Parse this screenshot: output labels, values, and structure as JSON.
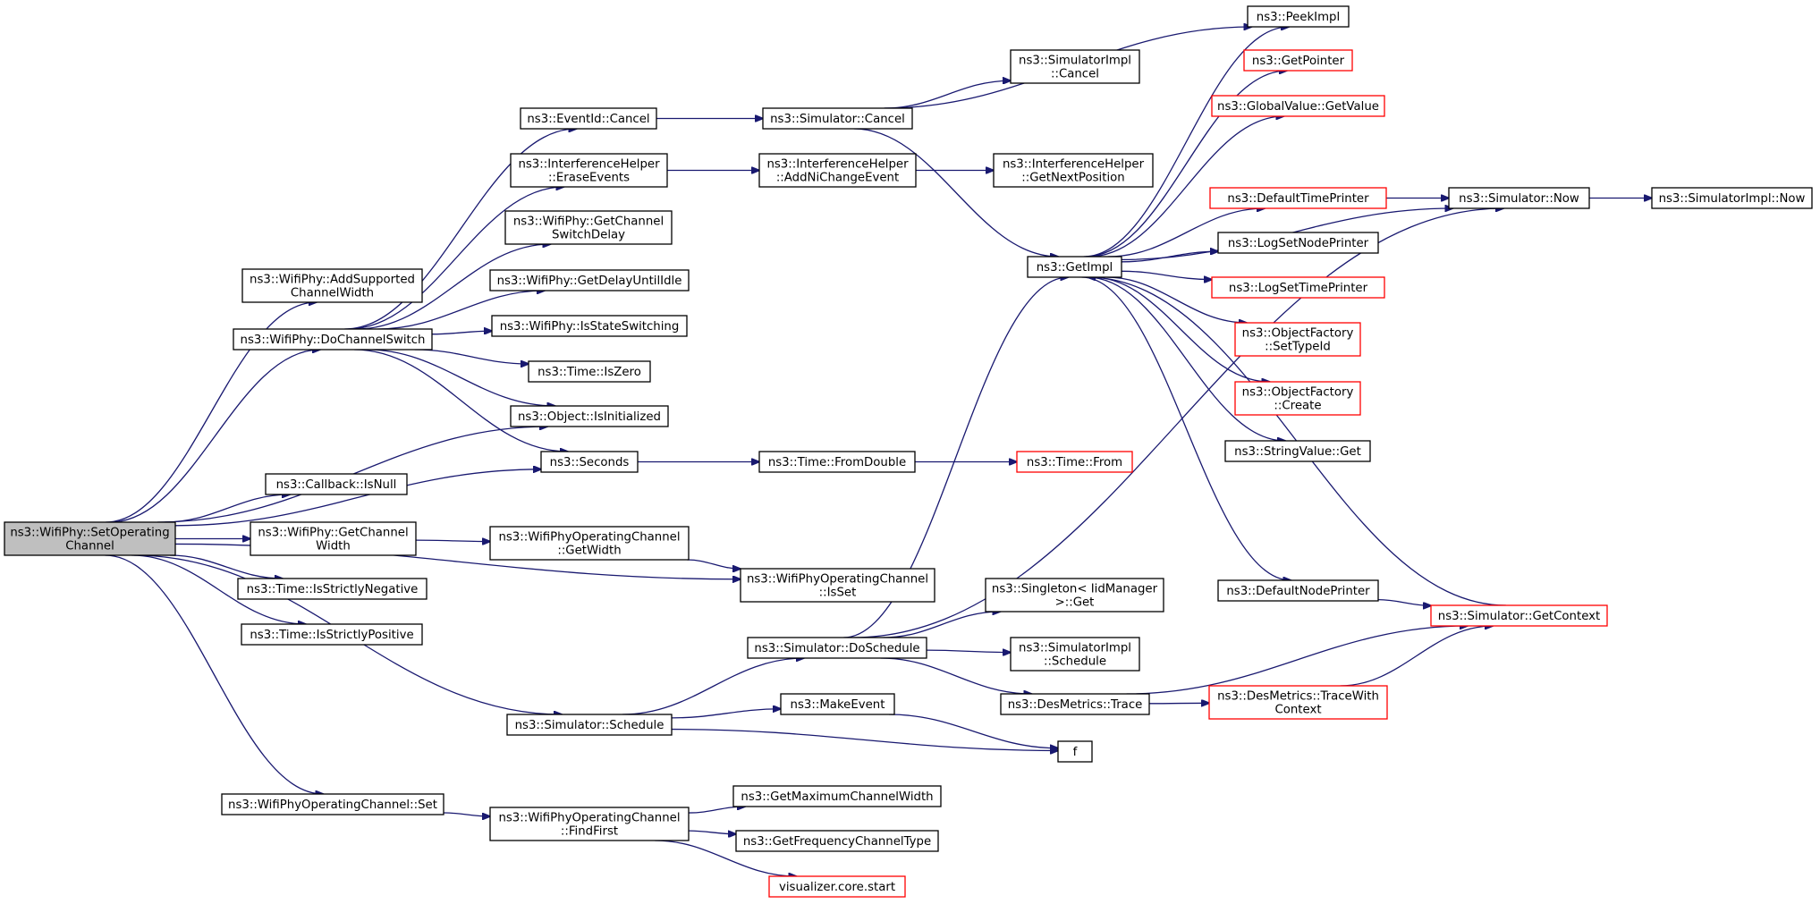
{
  "colors": {
    "edge": "#191970",
    "node_border": "#000000",
    "node_fill": "#ffffff",
    "root_fill": "#bfbfbf",
    "truncated_border": "#ff0000"
  },
  "nodes": [
    {
      "id": "set_operating_channel",
      "lines": [
        "ns3::WifiPhy::SetOperating",
        "Channel"
      ],
      "style": "root"
    },
    {
      "id": "add_supported_channel_width",
      "lines": [
        "ns3::WifiPhy::AddSupported",
        "ChannelWidth"
      ],
      "style": "normal"
    },
    {
      "id": "do_channel_switch",
      "lines": [
        "ns3::WifiPhy::DoChannelSwitch"
      ],
      "style": "normal"
    },
    {
      "id": "callback_is_null",
      "lines": [
        "ns3::Callback::IsNull"
      ],
      "style": "normal"
    },
    {
      "id": "get_channel_width",
      "lines": [
        "ns3::WifiPhy::GetChannel",
        "Width"
      ],
      "style": "normal"
    },
    {
      "id": "is_strictly_negative",
      "lines": [
        "ns3::Time::IsStrictlyNegative"
      ],
      "style": "normal"
    },
    {
      "id": "is_strictly_positive",
      "lines": [
        "ns3::Time::IsStrictlyPositive"
      ],
      "style": "normal"
    },
    {
      "id": "opchan_set",
      "lines": [
        "ns3::WifiPhyOperatingChannel::Set"
      ],
      "style": "normal"
    },
    {
      "id": "eventid_cancel",
      "lines": [
        "ns3::EventId::Cancel"
      ],
      "style": "normal"
    },
    {
      "id": "erase_events",
      "lines": [
        "ns3::InterferenceHelper",
        "::EraseEvents"
      ],
      "style": "normal"
    },
    {
      "id": "get_channel_switch_delay",
      "lines": [
        "ns3::WifiPhy::GetChannel",
        "SwitchDelay"
      ],
      "style": "normal"
    },
    {
      "id": "get_delay_until_idle",
      "lines": [
        "ns3::WifiPhy::GetDelayUntilIdle"
      ],
      "style": "normal"
    },
    {
      "id": "is_state_switching",
      "lines": [
        "ns3::WifiPhy::IsStateSwitching"
      ],
      "style": "normal"
    },
    {
      "id": "time_is_zero",
      "lines": [
        "ns3::Time::IsZero"
      ],
      "style": "normal"
    },
    {
      "id": "object_is_initialized",
      "lines": [
        "ns3::Object::IsInitialized"
      ],
      "style": "normal"
    },
    {
      "id": "seconds",
      "lines": [
        "ns3::Seconds"
      ],
      "style": "normal"
    },
    {
      "id": "opchan_get_width",
      "lines": [
        "ns3::WifiPhyOperatingChannel",
        "::GetWidth"
      ],
      "style": "normal"
    },
    {
      "id": "opchan_is_set",
      "lines": [
        "ns3::WifiPhyOperatingChannel",
        "::IsSet"
      ],
      "style": "normal"
    },
    {
      "id": "simulator_schedule",
      "lines": [
        "ns3::Simulator::Schedule"
      ],
      "style": "normal"
    },
    {
      "id": "opchan_find_first",
      "lines": [
        "ns3::WifiPhyOperatingChannel",
        "::FindFirst"
      ],
      "style": "normal"
    },
    {
      "id": "simulator_cancel",
      "lines": [
        "ns3::Simulator::Cancel"
      ],
      "style": "normal"
    },
    {
      "id": "add_ni_change_event",
      "lines": [
        "ns3::InterferenceHelper",
        "::AddNiChangeEvent"
      ],
      "style": "normal"
    },
    {
      "id": "time_from_double",
      "lines": [
        "ns3::Time::FromDouble"
      ],
      "style": "normal"
    },
    {
      "id": "simulator_do_schedule",
      "lines": [
        "ns3::Simulator::DoSchedule"
      ],
      "style": "normal"
    },
    {
      "id": "make_event",
      "lines": [
        "ns3::MakeEvent"
      ],
      "style": "normal"
    },
    {
      "id": "get_maximum_channel_width",
      "lines": [
        "ns3::GetMaximumChannelWidth"
      ],
      "style": "normal"
    },
    {
      "id": "get_frequency_channel_type",
      "lines": [
        "ns3::GetFrequencyChannelType"
      ],
      "style": "normal"
    },
    {
      "id": "visualizer_core_start",
      "lines": [
        "visualizer.core.start"
      ],
      "style": "truncated"
    },
    {
      "id": "simulatorimpl_cancel",
      "lines": [
        "ns3::SimulatorImpl",
        "::Cancel"
      ],
      "style": "normal"
    },
    {
      "id": "get_next_position",
      "lines": [
        "ns3::InterferenceHelper",
        "::GetNextPosition"
      ],
      "style": "normal"
    },
    {
      "id": "get_impl",
      "lines": [
        "ns3::GetImpl"
      ],
      "style": "normal"
    },
    {
      "id": "time_from",
      "lines": [
        "ns3::Time::From"
      ],
      "style": "truncated"
    },
    {
      "id": "singleton_get",
      "lines": [
        "ns3::Singleton< IidManager",
        " >::Get"
      ],
      "style": "normal"
    },
    {
      "id": "simulatorimpl_schedule",
      "lines": [
        "ns3::SimulatorImpl",
        "::Schedule"
      ],
      "style": "normal"
    },
    {
      "id": "desmetrics_trace",
      "lines": [
        "ns3::DesMetrics::Trace"
      ],
      "style": "normal"
    },
    {
      "id": "f",
      "lines": [
        "f"
      ],
      "style": "normal"
    },
    {
      "id": "peek_impl",
      "lines": [
        "ns3::PeekImpl"
      ],
      "style": "normal"
    },
    {
      "id": "get_pointer",
      "lines": [
        "ns3::GetPointer"
      ],
      "style": "truncated"
    },
    {
      "id": "global_value_get_value",
      "lines": [
        "ns3::GlobalValue::GetValue"
      ],
      "style": "truncated"
    },
    {
      "id": "default_time_printer",
      "lines": [
        "ns3::DefaultTimePrinter"
      ],
      "style": "truncated"
    },
    {
      "id": "log_set_node_printer",
      "lines": [
        "ns3::LogSetNodePrinter"
      ],
      "style": "normal"
    },
    {
      "id": "log_set_time_printer",
      "lines": [
        "ns3::LogSetTimePrinter"
      ],
      "style": "truncated"
    },
    {
      "id": "object_factory_set_type_id",
      "lines": [
        "ns3::ObjectFactory",
        "::SetTypeId"
      ],
      "style": "truncated"
    },
    {
      "id": "object_factory_create",
      "lines": [
        "ns3::ObjectFactory",
        "::Create"
      ],
      "style": "truncated"
    },
    {
      "id": "string_value_get",
      "lines": [
        "ns3::StringValue::Get"
      ],
      "style": "normal"
    },
    {
      "id": "default_node_printer",
      "lines": [
        "ns3::DefaultNodePrinter"
      ],
      "style": "normal"
    },
    {
      "id": "desmetrics_trace_with_context",
      "lines": [
        "ns3::DesMetrics::TraceWith",
        "Context"
      ],
      "style": "truncated"
    },
    {
      "id": "simulator_now",
      "lines": [
        "ns3::Simulator::Now"
      ],
      "style": "normal"
    },
    {
      "id": "simulator_get_context",
      "lines": [
        "ns3::Simulator::GetContext"
      ],
      "style": "truncated"
    },
    {
      "id": "simulatorimpl_now",
      "lines": [
        "ns3::SimulatorImpl::Now"
      ],
      "style": "normal"
    }
  ],
  "edges": [
    [
      "set_operating_channel",
      "add_supported_channel_width"
    ],
    [
      "set_operating_channel",
      "do_channel_switch"
    ],
    [
      "set_operating_channel",
      "object_is_initialized"
    ],
    [
      "set_operating_channel",
      "seconds"
    ],
    [
      "set_operating_channel",
      "callback_is_null"
    ],
    [
      "set_operating_channel",
      "get_channel_width"
    ],
    [
      "set_operating_channel",
      "is_strictly_negative"
    ],
    [
      "set_operating_channel",
      "is_strictly_positive"
    ],
    [
      "set_operating_channel",
      "opchan_is_set"
    ],
    [
      "set_operating_channel",
      "simulator_schedule"
    ],
    [
      "set_operating_channel",
      "opchan_set"
    ],
    [
      "do_channel_switch",
      "eventid_cancel"
    ],
    [
      "do_channel_switch",
      "erase_events"
    ],
    [
      "do_channel_switch",
      "get_channel_switch_delay"
    ],
    [
      "do_channel_switch",
      "get_delay_until_idle"
    ],
    [
      "do_channel_switch",
      "is_state_switching"
    ],
    [
      "do_channel_switch",
      "time_is_zero"
    ],
    [
      "do_channel_switch",
      "object_is_initialized"
    ],
    [
      "do_channel_switch",
      "seconds"
    ],
    [
      "get_channel_width",
      "opchan_get_width"
    ],
    [
      "opchan_get_width",
      "opchan_is_set"
    ],
    [
      "eventid_cancel",
      "simulator_cancel"
    ],
    [
      "erase_events",
      "add_ni_change_event"
    ],
    [
      "seconds",
      "time_from_double"
    ],
    [
      "simulator_schedule",
      "simulator_do_schedule"
    ],
    [
      "simulator_schedule",
      "make_event"
    ],
    [
      "simulator_schedule",
      "f"
    ],
    [
      "opchan_set",
      "opchan_find_first"
    ],
    [
      "opchan_find_first",
      "get_maximum_channel_width"
    ],
    [
      "opchan_find_first",
      "get_frequency_channel_type"
    ],
    [
      "opchan_find_first",
      "visualizer_core_start"
    ],
    [
      "simulator_cancel",
      "simulatorimpl_cancel"
    ],
    [
      "simulator_cancel",
      "peek_impl"
    ],
    [
      "simulator_cancel",
      "get_impl"
    ],
    [
      "add_ni_change_event",
      "get_next_position"
    ],
    [
      "time_from_double",
      "time_from"
    ],
    [
      "simulator_do_schedule",
      "get_impl"
    ],
    [
      "simulator_do_schedule",
      "simulator_now"
    ],
    [
      "simulator_do_schedule",
      "singleton_get"
    ],
    [
      "simulator_do_schedule",
      "simulatorimpl_schedule"
    ],
    [
      "simulator_do_schedule",
      "desmetrics_trace"
    ],
    [
      "make_event",
      "f"
    ],
    [
      "desmetrics_trace",
      "simulator_get_context"
    ],
    [
      "desmetrics_trace",
      "desmetrics_trace_with_context"
    ],
    [
      "desmetrics_trace_with_context",
      "simulator_get_context"
    ],
    [
      "get_impl",
      "peek_impl"
    ],
    [
      "get_impl",
      "get_pointer"
    ],
    [
      "get_impl",
      "global_value_get_value"
    ],
    [
      "get_impl",
      "simulator_now"
    ],
    [
      "get_impl",
      "default_time_printer"
    ],
    [
      "get_impl",
      "log_set_node_printer"
    ],
    [
      "get_impl",
      "log_set_time_printer"
    ],
    [
      "get_impl",
      "object_factory_set_type_id"
    ],
    [
      "get_impl",
      "object_factory_create"
    ],
    [
      "get_impl",
      "string_value_get"
    ],
    [
      "get_impl",
      "default_node_printer"
    ],
    [
      "simulator_get_context",
      "get_impl"
    ],
    [
      "default_node_printer",
      "simulator_get_context"
    ],
    [
      "default_time_printer",
      "simulator_now"
    ],
    [
      "simulator_now",
      "simulatorimpl_now"
    ]
  ]
}
